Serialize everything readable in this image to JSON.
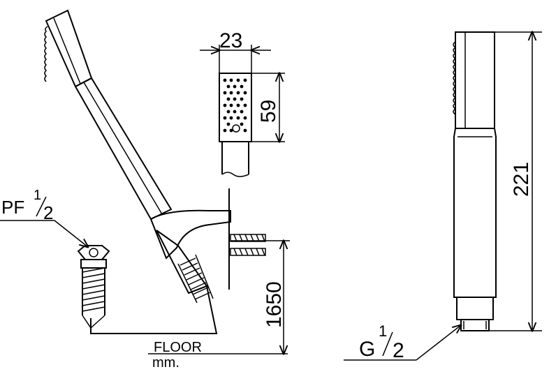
{
  "labels": {
    "inlet_thread": "PF",
    "inlet_fraction_num": "1",
    "inlet_fraction_den": "2",
    "outlet_thread": "G",
    "outlet_fraction_num": "1",
    "outlet_fraction_den": "2",
    "floor": "FLOOR",
    "unit": "mm."
  },
  "dimensions": {
    "head_width": "23",
    "head_height": "59",
    "total_length": "221",
    "mount_height": "1650"
  }
}
